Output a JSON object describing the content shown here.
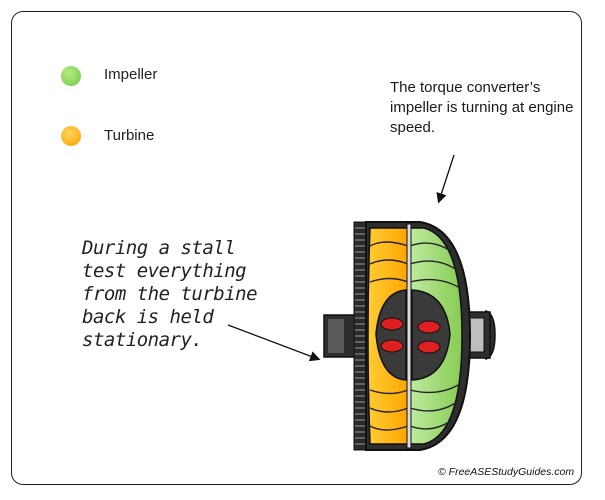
{
  "legend": [
    {
      "label": "Impeller",
      "color": "#8fd14f"
    },
    {
      "label": "Turbine",
      "color": "#ffb21a"
    }
  ],
  "callout_right": "The torque converter’s impeller is turning at engine speed.",
  "callout_left_lines": [
    "During a stall",
    "test everything",
    "from the turbine",
    "back is held",
    "stationary."
  ],
  "credit": "© FreeASEStudyGuides.com",
  "colors": {
    "impeller": "#9bd96a",
    "turbine": "#ffb21a",
    "stator": "#3a3a3a",
    "fins": "#e02020"
  }
}
